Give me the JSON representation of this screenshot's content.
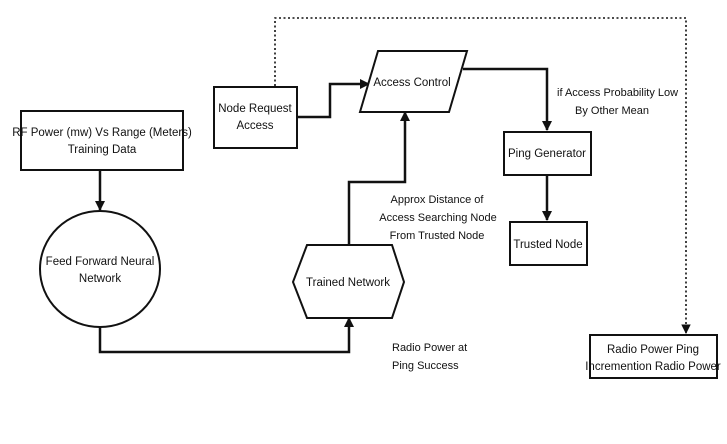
{
  "nodes": {
    "rf_power": {
      "line1": "RF Power (mw) Vs Range (Meters)",
      "line2": "Training Data"
    },
    "ffnn": {
      "line1": "Feed Forward Neural",
      "line2": "Network"
    },
    "trained_network": {
      "line1": "Trained Network"
    },
    "node_request": {
      "line1": "Node Request",
      "line2": "Access"
    },
    "access_control": {
      "line1": "Access Control"
    },
    "ping_generator": {
      "line1": "Ping Generator"
    },
    "trusted_node": {
      "line1": "Trusted Node"
    },
    "radio_power_ping": {
      "line1": "Radio Power Ping",
      "line2": "Incremention Radio Power"
    }
  },
  "edge_labels": {
    "access_low": {
      "line1": "if Access Probability Low",
      "line2": "By Other Mean"
    },
    "approx_distance": {
      "line1": "Approx Distance of",
      "line2": "Access Searching Node",
      "line3": "From Trusted Node"
    },
    "radio_power_success": {
      "line1": "Radio Power at",
      "line2": "Ping Success"
    }
  }
}
